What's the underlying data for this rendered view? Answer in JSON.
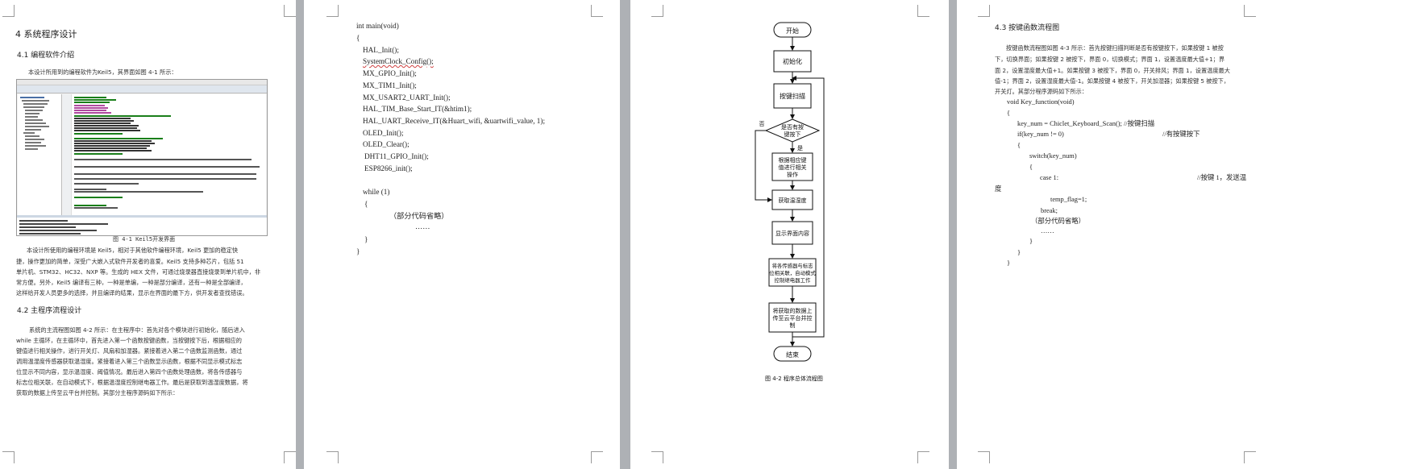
{
  "page1": {
    "chapter_heading": "4 系统程序设计",
    "section1_heading": "4.1 编程软件介绍",
    "intro_line": "本设计所用到的编程软件为Keil5，其界面如图 4-1 所示：",
    "figure_caption": "图 4-1 Keil5开发界面",
    "para1": [
      "本设计所使用的编程环境是 Keil5，相对于其他软件编程环境，Keil5 更加的稳定快",
      "捷，操作更加的简单，深受广大嵌入式软件开发者的喜爱。Keil5 支持多种芯片，包括 51",
      "单片机、STM32、HC32、NXP 等。生成的 HEX 文件，可通过烧录器直接烧录到单片机中，非",
      "常方便。另外，Keil5 编译有三种，一种是单编，一种是部分编译，还有一种是全部编译，",
      "这样给开发人员更多的选择，并且编译的结果，显示在界面的最下方，供开发者查找错误。"
    ],
    "section2_heading": "4.2 主程序流程设计",
    "para2": [
      "系统的主流程图如图 4-2 所示：在主程序中：首先对各个模块进行初始化，随后进入",
      "while 主循环，在主循环中，首先进入第一个函数按键函数，当按键按下后，根据相应的",
      "键值进行相关操作，进行开关灯、风扇和加湿器。紧接着进入第二个函数监测函数，通过",
      "调用温湿度传感器获取温湿度。紧接着进入第三个函数显示函数，根据不同显示模式标志",
      "位显示不同内容，显示温湿度、阈值情况。最后进入第四个函数处理函数，将各传感器与",
      "标志位相关联，在自动模式下，根据温湿度控制继电器工作。最后是获取到温湿度数据，将",
      "获取的数据上传至云平台并控制。其部分主程序源码如下所示："
    ]
  },
  "page2": {
    "code_lines": [
      "int main(void)",
      "{",
      "HAL_Init();",
      "SystemClock_Config();",
      "MX_GPIO_Init();",
      "MX_TIM1_Init();",
      "MX_USART2_UART_Init();",
      "HAL_TIM_Base_Start_IT(&htim1);",
      "HAL_UART_Receive_IT(&Huart_wifi, &uartwifi_value, 1);",
      "OLED_Init();",
      "OLED_Clear();",
      "DHT11_GPIO_Init();",
      "ESP8266_init();",
      "while (1)",
      "{",
      "（部分代码省略）",
      "……",
      "}",
      "}"
    ]
  },
  "page3": {
    "flow_start": "开始",
    "flow_init": "初始化",
    "flow_key_scan": "按键扫描",
    "flow_decision_line1": "是否有按",
    "flow_decision_line2": "键按下",
    "flow_no": "否",
    "flow_yes": "是",
    "flow_process_line1": "根据相应键",
    "flow_process_line2": "值进行相关",
    "flow_process_line3": "操作",
    "flow_read": "获取温湿度",
    "flow_display": "显示界面内容",
    "flow_assoc_line1": "将各传感器与标志",
    "flow_assoc_line2": "位相关联，自动模式",
    "flow_assoc_line3": "控制继电器工作",
    "flow_upload_line1": "将获取的数据上",
    "flow_upload_line2": "传至云平台并控",
    "flow_upload_line3": "制",
    "flow_end": "结束",
    "figure_caption": "图 4-2  程序总体流程图"
  },
  "page4": {
    "heading": "4.3 按键函数流程图",
    "para": [
      "按键函数流程图如图 4-3 所示：首先按键扫描判断是否有按键按下，如果按键 1 被按",
      "下，切换界面；如果按键 2 被按下，界面 0，切换模式；界面 1，设置温度最大值+1；界",
      "面 2，设置湿度最大值+1。如果按键 3 被按下，界面 0，开关排风；界面 1，设置温度最大",
      "值-1；界面 2，设置湿度最大值-1。如果按键 4 被按下，开关加湿器；如果按键 5 被按下，",
      "开关灯。其部分程序源码如下所示："
    ],
    "code_func": "void Key_function(void)",
    "brace_open": "{",
    "key_num_line": "key_num = Chiclet_Keyboard_Scan(); //按键扫描",
    "if_line": "if(key_num != 0)",
    "if_comment": "//有按键按下",
    "brace2": "{",
    "switch_line": "switch(key_num)",
    "brace3": "{",
    "case_line": "case 1:",
    "case_comment": "//按键 1，发送温",
    "case_comment_wrap": "度",
    "temp_flag": "temp_flag=1;",
    "break_line": "break;",
    "omit": "（部分代码省略）",
    "ellipsis": "……",
    "close1": "}",
    "close2": "}",
    "close3": "}"
  }
}
